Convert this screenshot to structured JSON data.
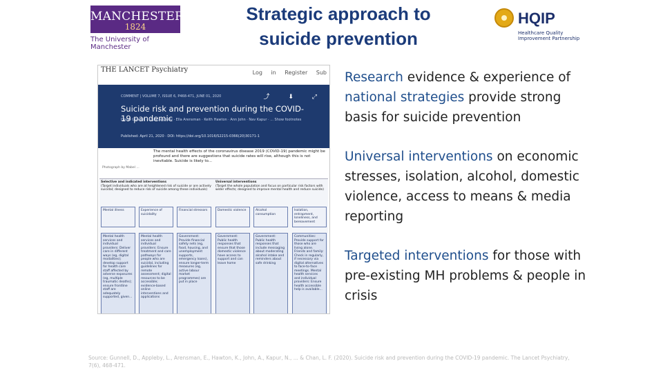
{
  "header": {
    "logo_left": {
      "name": "MANCHESTER",
      "year": "1824",
      "caption": "The University of Manchester"
    },
    "title": "Strategic approach to suicide prevention",
    "logo_right": {
      "name": "HQIP",
      "tagline": "Healthcare Quality Improvement Partnership"
    }
  },
  "article": {
    "journal": "THE LANCET Psychiatry",
    "nav": "Log in Register Sub",
    "meta": "COMMENT | VOLUME 7, ISSUE 6, P468-471, JUNE 01, 2020",
    "icons": "⤴ ⬇ ⤢",
    "title": "Suicide risk and prevention during the COVID-19 pandemic",
    "authors": "David Gunnell · Louis Appleby · Ella Arensman · Keith Hawton · Ann John · Nav Kapur · ... Show footnotes",
    "published": "Published: April 21, 2020 · DOI: https://doi.org/10.1016/S2215-0366(20)30171-1",
    "abstract": "The mental health effects of the coronavirus disease 2019 (COVID-19) pandemic might be profound and there are suggestions that suicide rates will rise, although this is not inevitable. Suicide is likely to...",
    "thumb_caption": "Photograph by Mabel ...",
    "figure": {
      "left_heading": "Selective and indicated interventions",
      "left_sub": "(Target individuals who are at heightened risk of suicide or are actively suicidal; designed to reduce risk of suicide among these individuals)",
      "right_heading": "Universal interventions",
      "right_sub": "(Target the whole population and focus on particular risk factors with wider effects; designed to improve mental health and reduce suicide)",
      "headers": [
        "Mental illness",
        "Experience of suicidality",
        "Financial stressors",
        "Domestic violence",
        "Alcohol consumption",
        "Isolation, entrapment, loneliness, and bereavement"
      ],
      "cells": [
        "Mental health services and individual providers: Deliver care in different ways (eg, digital modalities); develop support for health care staff affected by adverse exposures (eg, multiple traumatic deaths); ensure frontline staff are adequately supported, given...",
        "Mental health services and individual providers: Ensure treatment and care pathways for people who are suicidal, including guidelines for remote assessment; digital resources to be accessible; evidence-based online interventions and applications",
        "Government: Provide financial safety nets (eg, food, housing, and unemployment supports, emergency loans), ensure longer-term measures (eg, active labour market programmes) are put in place",
        "Government: Public health responses that ensure that those domestic violence have access to support and can leave home",
        "Government: Public health responses that include messaging about moderating alcohol intake and reminders about safe drinking",
        "Communities: Provide support for those who are living alone. Friends and family: Check in regularly, if necessary via digital alternatives to face-to-face meetings. Mental health services and individual providers: Ensure health accessible help is available..."
      ]
    }
  },
  "bullets": [
    {
      "highlight": "Research",
      "text1": " evidence & experience of ",
      "highlight2": "national strategies",
      "text2": " provide strong basis for suicide prevention"
    },
    {
      "highlight": "Universal interventions",
      "text1": " on economic stresses, isolation, alcohol, domestic violence, access to means & media reporting",
      "highlight2": "",
      "text2": ""
    },
    {
      "highlight": "Targeted interventions",
      "text1": " for those with pre-existing MH problems & people in crisis",
      "highlight2": "",
      "text2": ""
    }
  ],
  "source": "Source: Gunnell, D., Appleby, L., Arensman, E., Hawton, K., John, A., Kapur, N., ... & Chan, L. F. (2020). Suicide risk and prevention during the COVID-19 pandemic. The Lancet Psychiatry, 7(6), 468-471.",
  "colors": {
    "title": "#1b3b7a",
    "highlight": "#1f4e8c",
    "manchester_purple": "#5a2a84",
    "banner": "#1e3a6e"
  }
}
